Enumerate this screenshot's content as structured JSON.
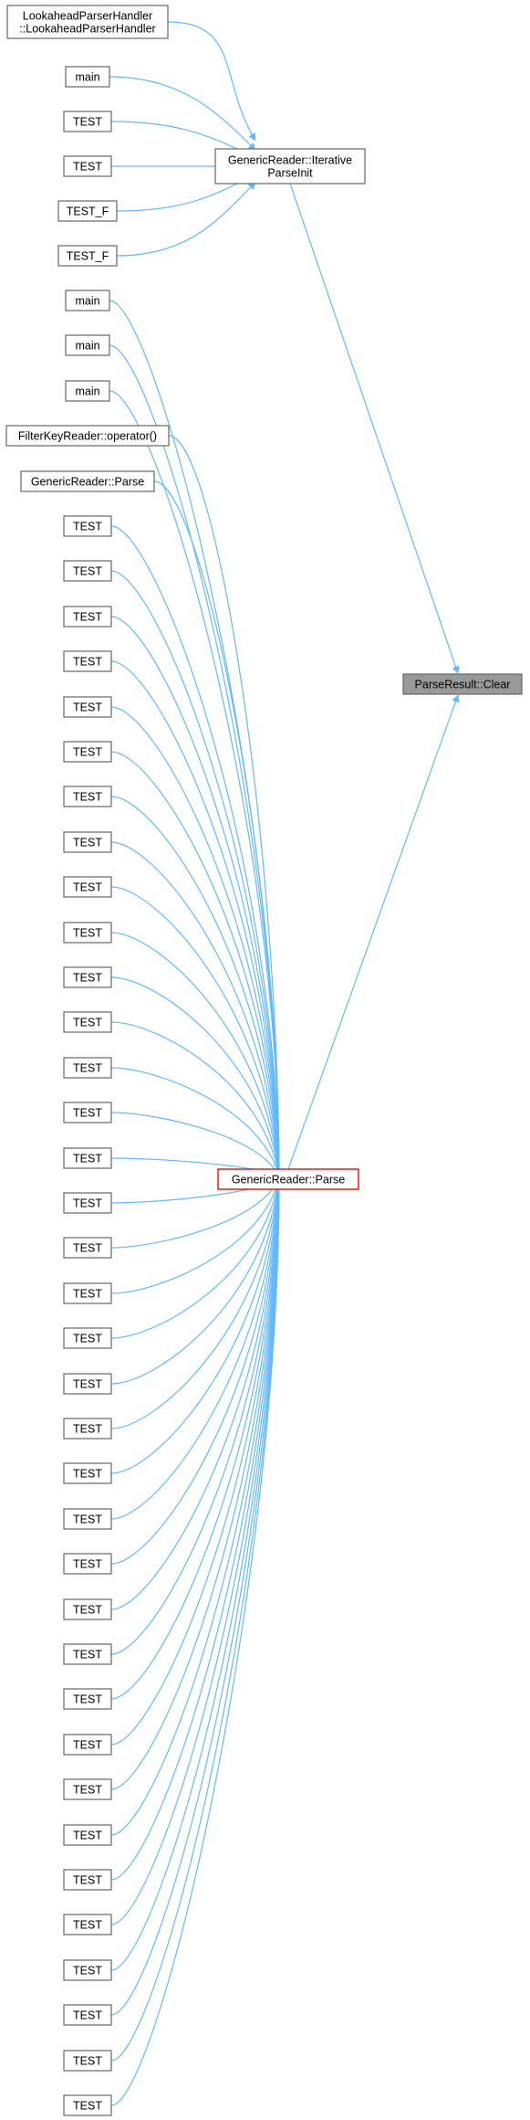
{
  "colors": {
    "edge": "#63b8ff",
    "node_border": "#666666",
    "target_fill": "#999999",
    "highlight_border": "#ff0000"
  },
  "nodes": [
    {
      "id": "lookahead",
      "lines": [
        "LookaheadParserHandler",
        "::LookaheadParserHandler"
      ]
    },
    {
      "id": "main1",
      "lines": [
        "main"
      ]
    },
    {
      "id": "test_a1",
      "lines": [
        "TEST"
      ]
    },
    {
      "id": "test_a2",
      "lines": [
        "TEST"
      ]
    },
    {
      "id": "testf1",
      "lines": [
        "TEST_F"
      ]
    },
    {
      "id": "testf2",
      "lines": [
        "TEST_F"
      ]
    },
    {
      "id": "iterative",
      "lines": [
        "GenericReader::Iterative",
        "ParseInit"
      ]
    },
    {
      "id": "main2",
      "lines": [
        "main"
      ]
    },
    {
      "id": "main3",
      "lines": [
        "main"
      ]
    },
    {
      "id": "main4",
      "lines": [
        "main"
      ]
    },
    {
      "id": "filterkey",
      "lines": [
        "FilterKeyReader::operator()"
      ]
    },
    {
      "id": "gr_parse_caller",
      "lines": [
        "GenericReader::Parse"
      ]
    },
    {
      "id": "t1",
      "lines": [
        "TEST"
      ]
    },
    {
      "id": "t2",
      "lines": [
        "TEST"
      ]
    },
    {
      "id": "t3",
      "lines": [
        "TEST"
      ]
    },
    {
      "id": "t4",
      "lines": [
        "TEST"
      ]
    },
    {
      "id": "t5",
      "lines": [
        "TEST"
      ]
    },
    {
      "id": "t6",
      "lines": [
        "TEST"
      ]
    },
    {
      "id": "t7",
      "lines": [
        "TEST"
      ]
    },
    {
      "id": "t8",
      "lines": [
        "TEST"
      ]
    },
    {
      "id": "t9",
      "lines": [
        "TEST"
      ]
    },
    {
      "id": "t10",
      "lines": [
        "TEST"
      ]
    },
    {
      "id": "t11",
      "lines": [
        "TEST"
      ]
    },
    {
      "id": "t12",
      "lines": [
        "TEST"
      ]
    },
    {
      "id": "t13",
      "lines": [
        "TEST"
      ]
    },
    {
      "id": "t14",
      "lines": [
        "TEST"
      ]
    },
    {
      "id": "t15",
      "lines": [
        "TEST"
      ]
    },
    {
      "id": "t16",
      "lines": [
        "TEST"
      ]
    },
    {
      "id": "t17",
      "lines": [
        "TEST"
      ]
    },
    {
      "id": "t18",
      "lines": [
        "TEST"
      ]
    },
    {
      "id": "t19",
      "lines": [
        "TEST"
      ]
    },
    {
      "id": "t20",
      "lines": [
        "TEST"
      ]
    },
    {
      "id": "t21",
      "lines": [
        "TEST"
      ]
    },
    {
      "id": "t22",
      "lines": [
        "TEST"
      ]
    },
    {
      "id": "t23",
      "lines": [
        "TEST"
      ]
    },
    {
      "id": "t24",
      "lines": [
        "TEST"
      ]
    },
    {
      "id": "t25",
      "lines": [
        "TEST"
      ]
    },
    {
      "id": "t26",
      "lines": [
        "TEST"
      ]
    },
    {
      "id": "t27",
      "lines": [
        "TEST"
      ]
    },
    {
      "id": "t28",
      "lines": [
        "TEST"
      ]
    },
    {
      "id": "t29",
      "lines": [
        "TEST"
      ]
    },
    {
      "id": "t30",
      "lines": [
        "TEST"
      ]
    },
    {
      "id": "t31",
      "lines": [
        "TEST"
      ]
    },
    {
      "id": "t32",
      "lines": [
        "TEST"
      ]
    },
    {
      "id": "t33",
      "lines": [
        "TEST"
      ]
    },
    {
      "id": "t34",
      "lines": [
        "TEST"
      ]
    },
    {
      "id": "t35",
      "lines": [
        "TEST"
      ]
    },
    {
      "id": "t36",
      "lines": [
        "TEST"
      ]
    },
    {
      "id": "gr_parse",
      "lines": [
        "GenericReader::Parse"
      ],
      "style": "highlight"
    },
    {
      "id": "clear",
      "lines": [
        "ParseResult::Clear"
      ],
      "style": "target"
    }
  ],
  "edges": [
    [
      "lookahead",
      "iterative"
    ],
    [
      "main1",
      "iterative"
    ],
    [
      "test_a1",
      "iterative"
    ],
    [
      "test_a2",
      "iterative"
    ],
    [
      "testf1",
      "iterative"
    ],
    [
      "testf2",
      "iterative"
    ],
    [
      "main2",
      "gr_parse"
    ],
    [
      "main3",
      "gr_parse"
    ],
    [
      "main4",
      "gr_parse"
    ],
    [
      "filterkey",
      "gr_parse"
    ],
    [
      "gr_parse_caller",
      "gr_parse"
    ],
    [
      "t1",
      "gr_parse"
    ],
    [
      "t2",
      "gr_parse"
    ],
    [
      "t3",
      "gr_parse"
    ],
    [
      "t4",
      "gr_parse"
    ],
    [
      "t5",
      "gr_parse"
    ],
    [
      "t6",
      "gr_parse"
    ],
    [
      "t7",
      "gr_parse"
    ],
    [
      "t8",
      "gr_parse"
    ],
    [
      "t9",
      "gr_parse"
    ],
    [
      "t10",
      "gr_parse"
    ],
    [
      "t11",
      "gr_parse"
    ],
    [
      "t12",
      "gr_parse"
    ],
    [
      "t13",
      "gr_parse"
    ],
    [
      "t14",
      "gr_parse"
    ],
    [
      "t15",
      "gr_parse"
    ],
    [
      "t16",
      "gr_parse"
    ],
    [
      "t17",
      "gr_parse"
    ],
    [
      "t18",
      "gr_parse"
    ],
    [
      "t19",
      "gr_parse"
    ],
    [
      "t20",
      "gr_parse"
    ],
    [
      "t21",
      "gr_parse"
    ],
    [
      "t22",
      "gr_parse"
    ],
    [
      "t23",
      "gr_parse"
    ],
    [
      "t24",
      "gr_parse"
    ],
    [
      "t25",
      "gr_parse"
    ],
    [
      "t26",
      "gr_parse"
    ],
    [
      "t27",
      "gr_parse"
    ],
    [
      "t28",
      "gr_parse"
    ],
    [
      "t29",
      "gr_parse"
    ],
    [
      "t30",
      "gr_parse"
    ],
    [
      "t31",
      "gr_parse"
    ],
    [
      "t32",
      "gr_parse"
    ],
    [
      "t33",
      "gr_parse"
    ],
    [
      "t34",
      "gr_parse"
    ],
    [
      "t35",
      "gr_parse"
    ],
    [
      "t36",
      "gr_parse"
    ],
    [
      "iterative",
      "clear"
    ],
    [
      "gr_parse",
      "clear"
    ]
  ]
}
